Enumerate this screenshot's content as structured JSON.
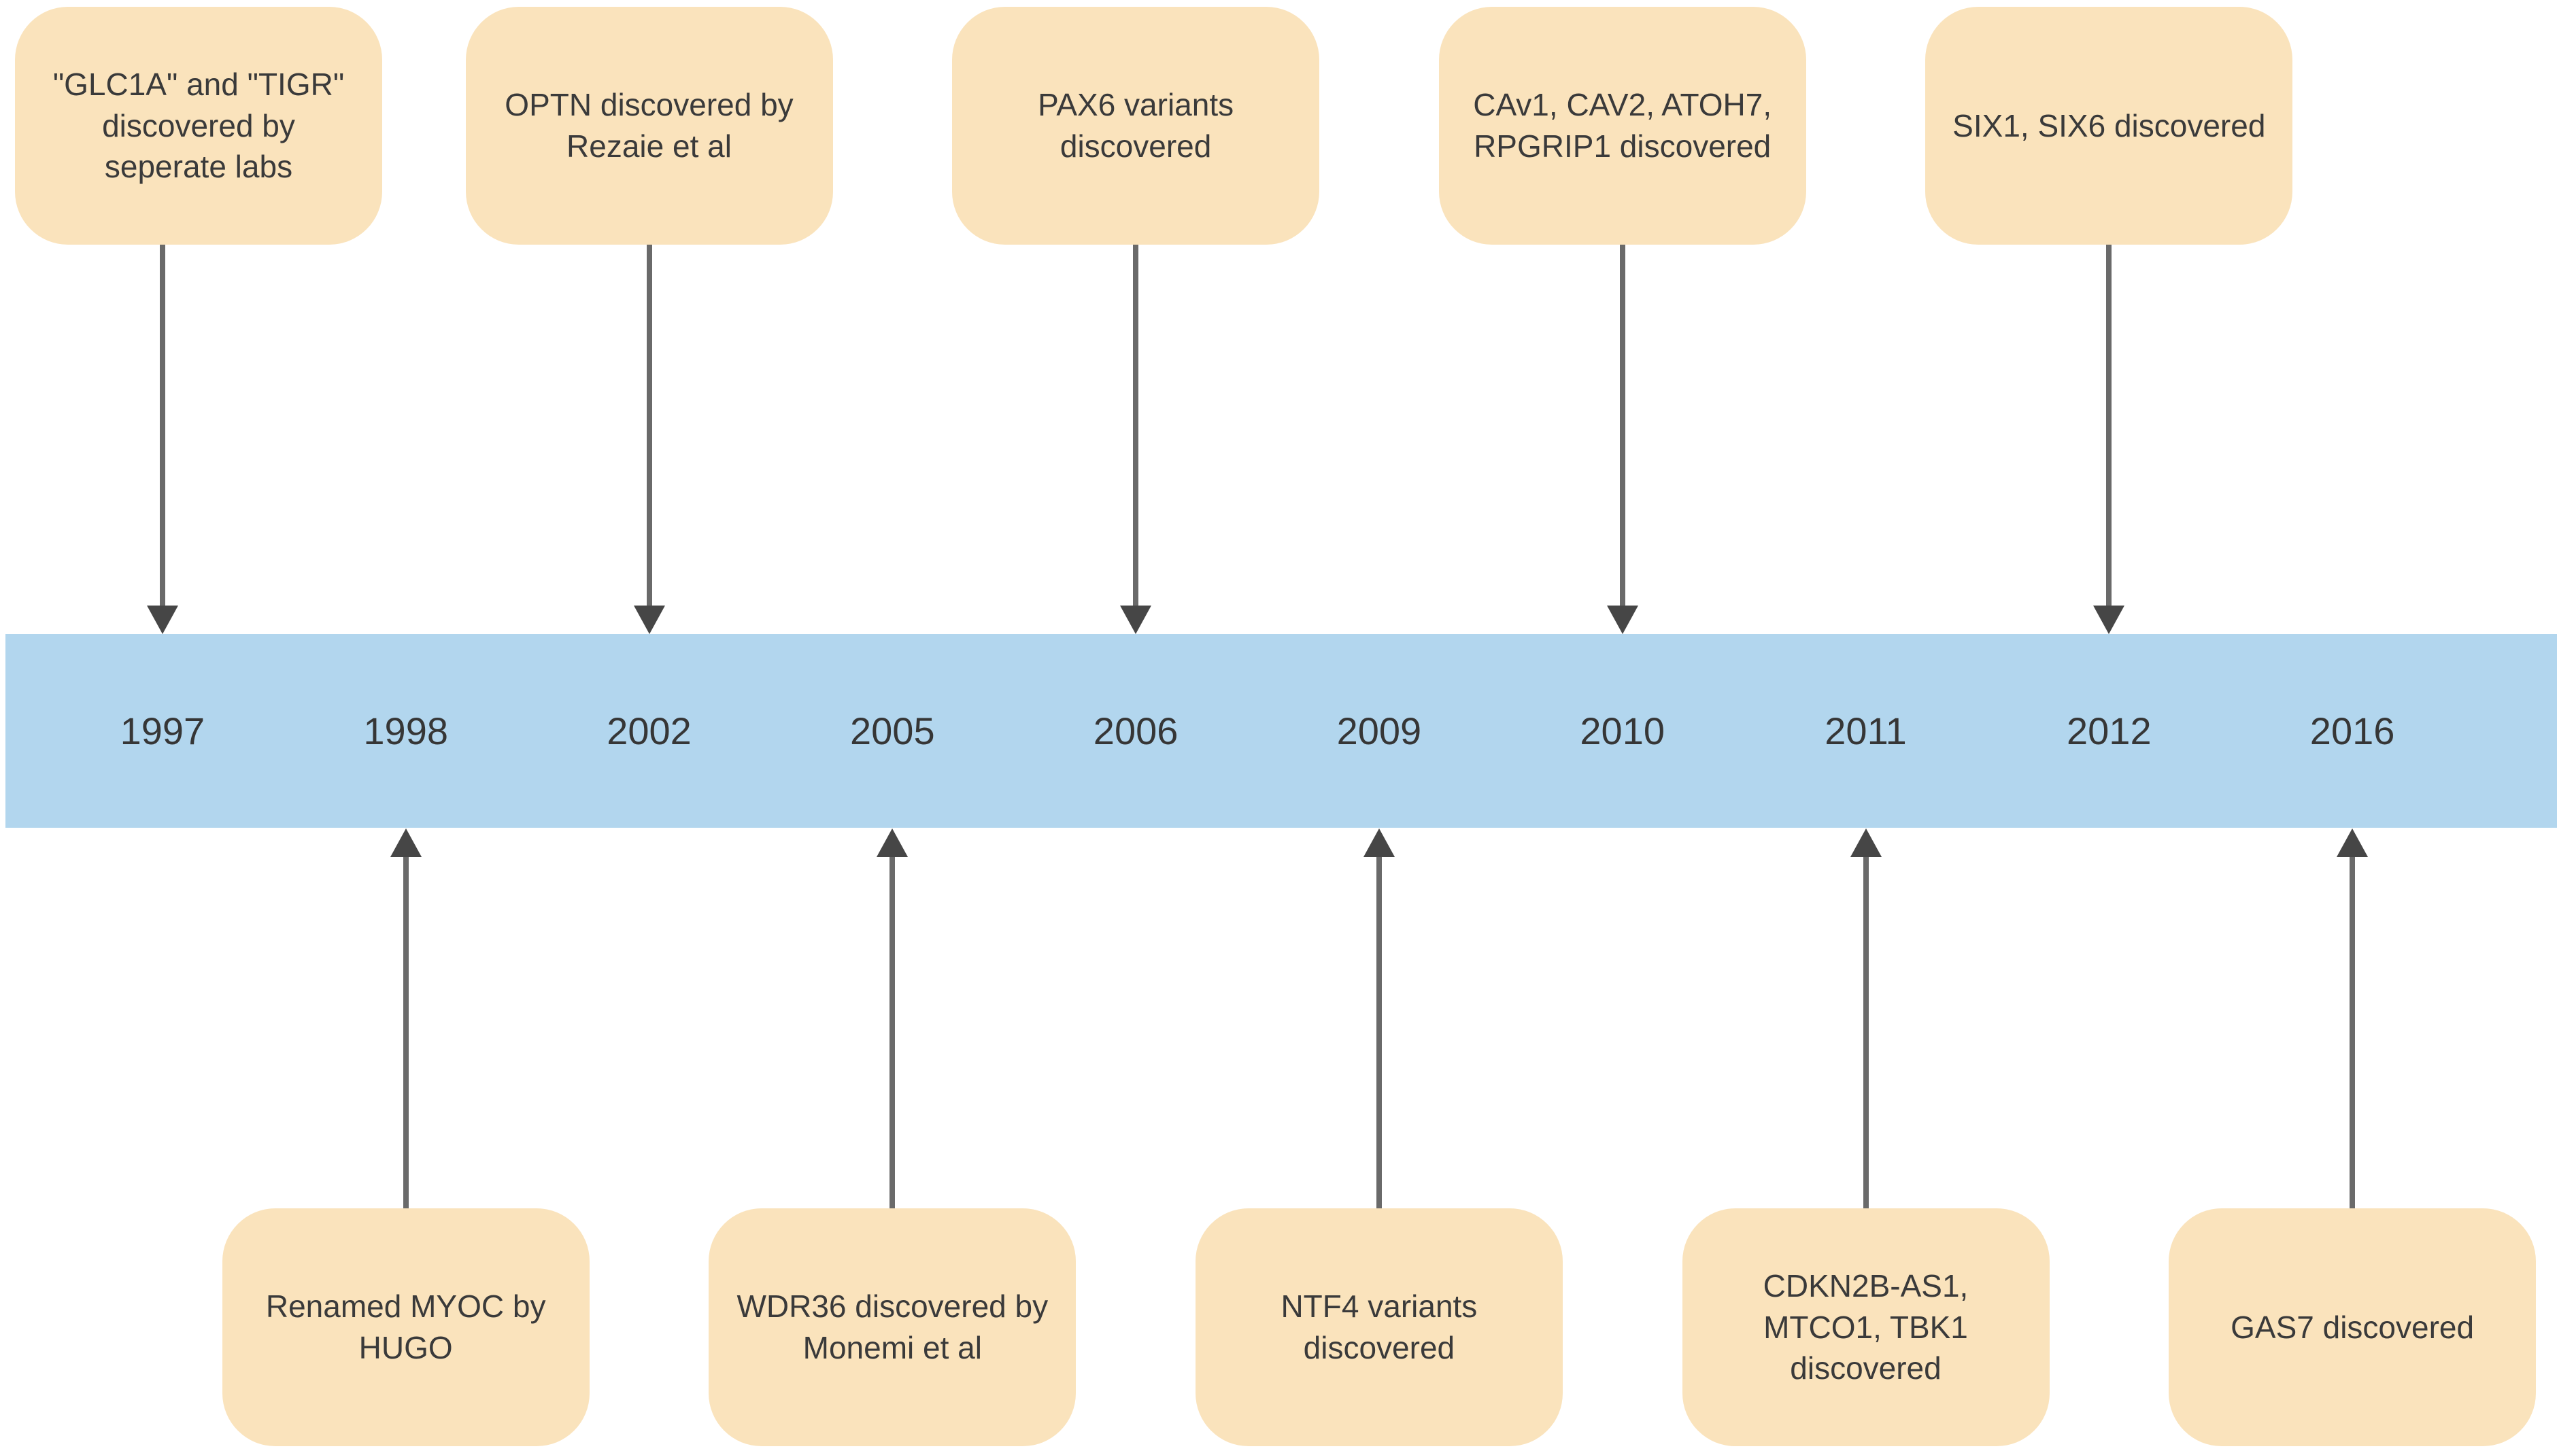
{
  "diagram": {
    "type": "timeline",
    "colors": {
      "bar": "#b2d6ee",
      "card": "#fae3bc",
      "arrow_stem": "#6a6a6a",
      "arrow_head": "#464646",
      "year_text": "#363636",
      "card_text": "#3a3a3a"
    },
    "years": [
      "1997",
      "1998",
      "2002",
      "2005",
      "2006",
      "2009",
      "2010",
      "2011",
      "2012",
      "2016"
    ],
    "events": [
      {
        "year": "1997",
        "side": "above",
        "label": "\"GLC1A\" and \"TIGR\"\ndiscovered by\nseperate labs"
      },
      {
        "year": "1998",
        "side": "below",
        "label": "Renamed MYOC by\nHUGO"
      },
      {
        "year": "2002",
        "side": "above",
        "label": "OPTN discovered by\nRezaie et al"
      },
      {
        "year": "2005",
        "side": "below",
        "label": "WDR36 discovered by\nMonemi et al"
      },
      {
        "year": "2006",
        "side": "above",
        "label": "PAX6 variants\ndiscovered"
      },
      {
        "year": "2009",
        "side": "below",
        "label": "NTF4 variants\ndiscovered"
      },
      {
        "year": "2010",
        "side": "above",
        "label": "CAv1, CAV2, ATOH7,\nRPGRIP1 discovered"
      },
      {
        "year": "2011",
        "side": "below",
        "label": "CDKN2B-AS1,\nMTCO1, TBK1\ndiscovered"
      },
      {
        "year": "2012",
        "side": "above",
        "label": "SIX1, SIX6 discovered"
      },
      {
        "year": "2016",
        "side": "below",
        "label": "GAS7 discovered"
      }
    ]
  }
}
